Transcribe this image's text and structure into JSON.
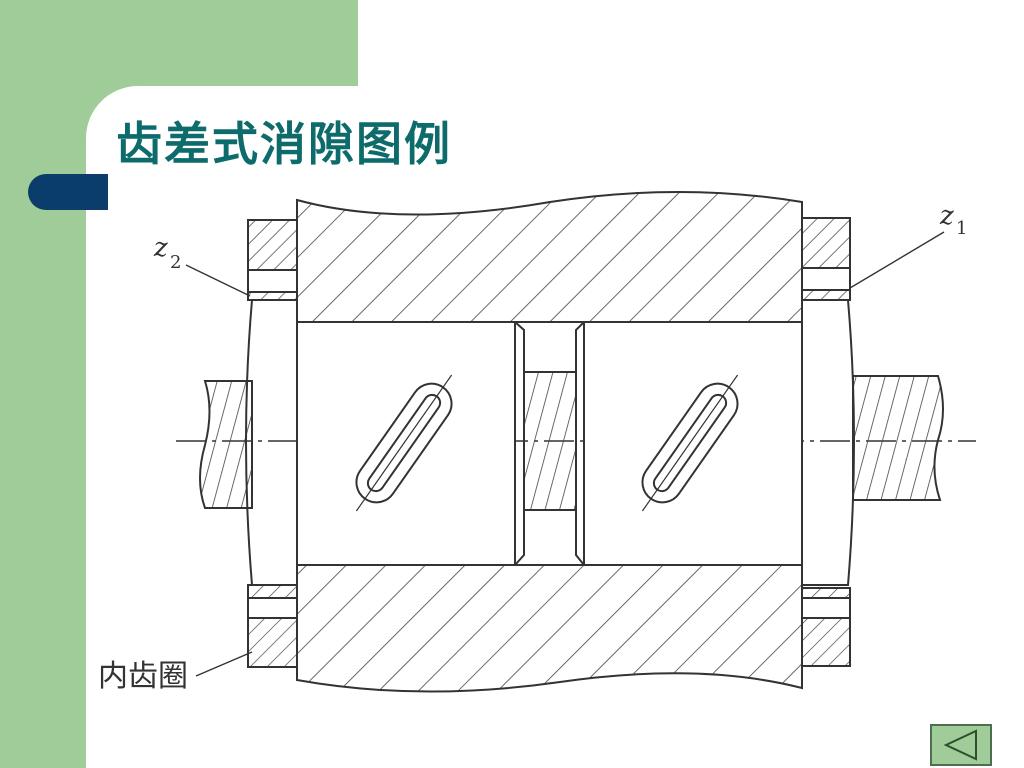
{
  "slide": {
    "title": "齿差式消隙图例"
  },
  "figure": {
    "labels": {
      "z1": "z",
      "z1_sub": "1",
      "z2": "z",
      "z2_sub": "2",
      "inner_ring": "内齿圈"
    }
  },
  "nav": {
    "back_icon": "triangle-left-icon"
  },
  "colors": {
    "green": "#9fcc98",
    "navy": "#0b3d6b",
    "title": "#0e6b6b",
    "line": "#333333"
  }
}
